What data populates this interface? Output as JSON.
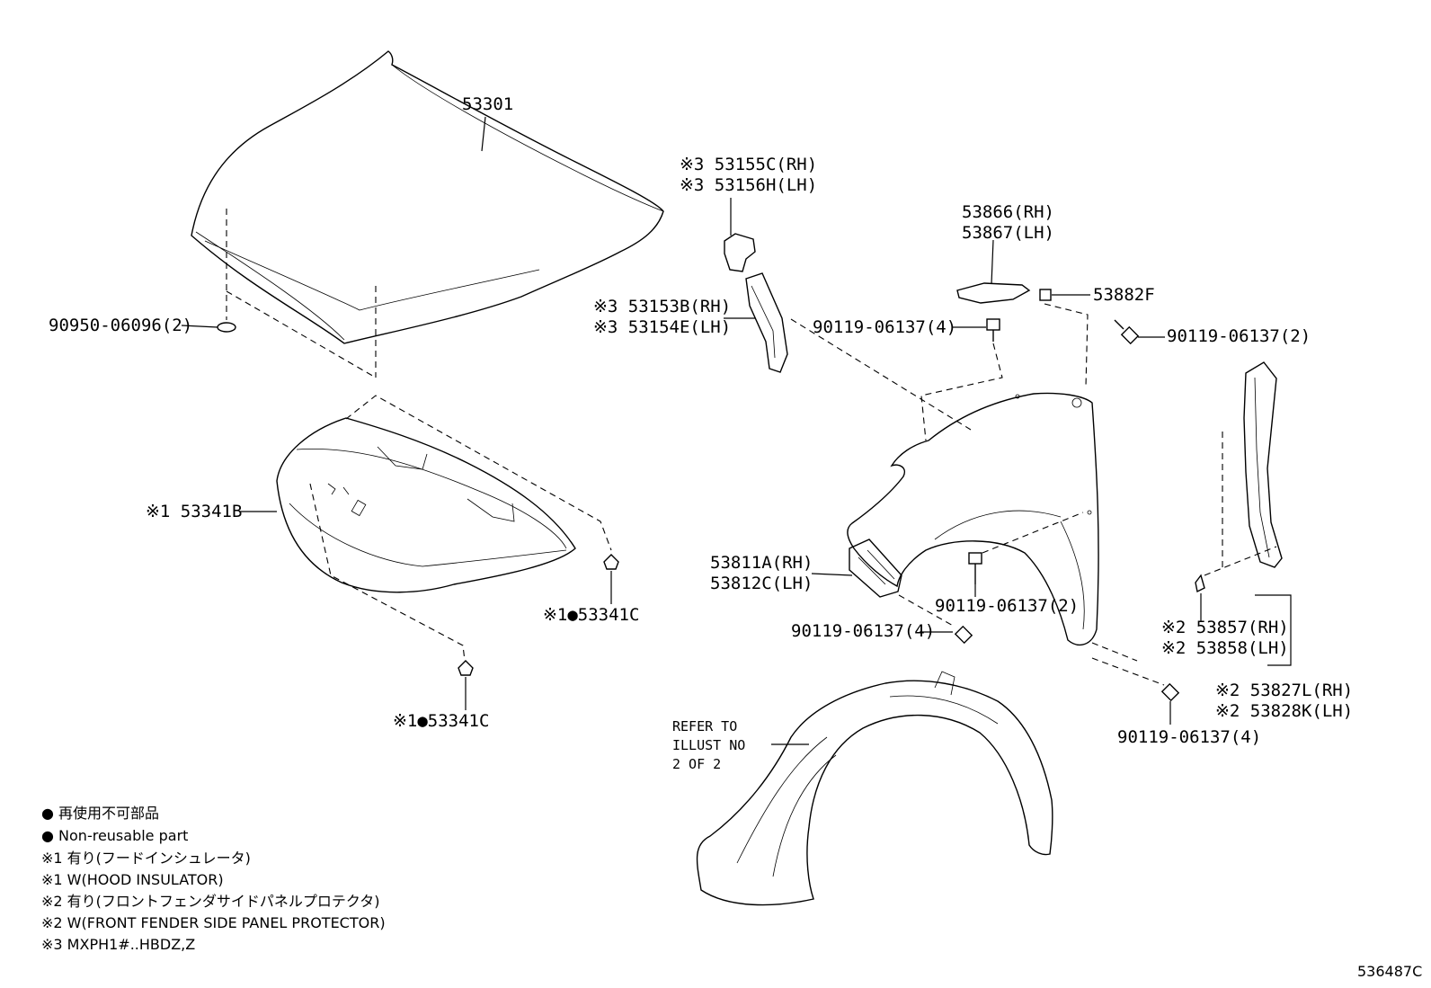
{
  "labels": {
    "hood": "53301",
    "hood_cushion": "90950-06096(2)",
    "seal_rh": "※3 53155C(RH)",
    "seal_lh": "※3 53156H(LH)",
    "bracket_rh": "※3 53153B(RH)",
    "bracket_lh": "※3 53154E(LH)",
    "protector_rh": "53866(RH)",
    "protector_lh": "53867(LH)",
    "retainer": "53882F",
    "bolt_top_left": "90119-06137(4)",
    "bolt_top_right": "90119-06137(2)",
    "insulator": "※1 53341B",
    "clip_right": "※1●53341C",
    "clip_bottom": "※1●53341C",
    "fender_bracket_rh": "53811A(RH)",
    "fender_bracket_lh": "53812C(LH)",
    "bolt_mid": "90119-06137(2)",
    "bolt_lower_left": "90119-06137(4)",
    "side_protector_rh": "※2 53857(RH)",
    "side_protector_lh": "※2 53858(LH)",
    "side_panel_rh": "※2 53827L(RH)",
    "side_panel_lh": "※2 53828K(LH)",
    "bolt_lower_right": "90119-06137(4)",
    "refer_line1": "REFER TO",
    "refer_line2": "ILLUST NO",
    "refer_line3": "2 OF 2",
    "code": "536487C"
  },
  "legend": [
    "● 再使用不可部品",
    "● Non-reusable part",
    "※1 有り(フードインシュレータ)",
    "※1 W(HOOD INSULATOR)",
    "※2 有り(フロントフェンダサイドパネルプロテクタ)",
    "※2 W(FRONT FENDER SIDE PANEL PROTECTOR)",
    "※3 MXPH1#..HBDZ,Z"
  ]
}
